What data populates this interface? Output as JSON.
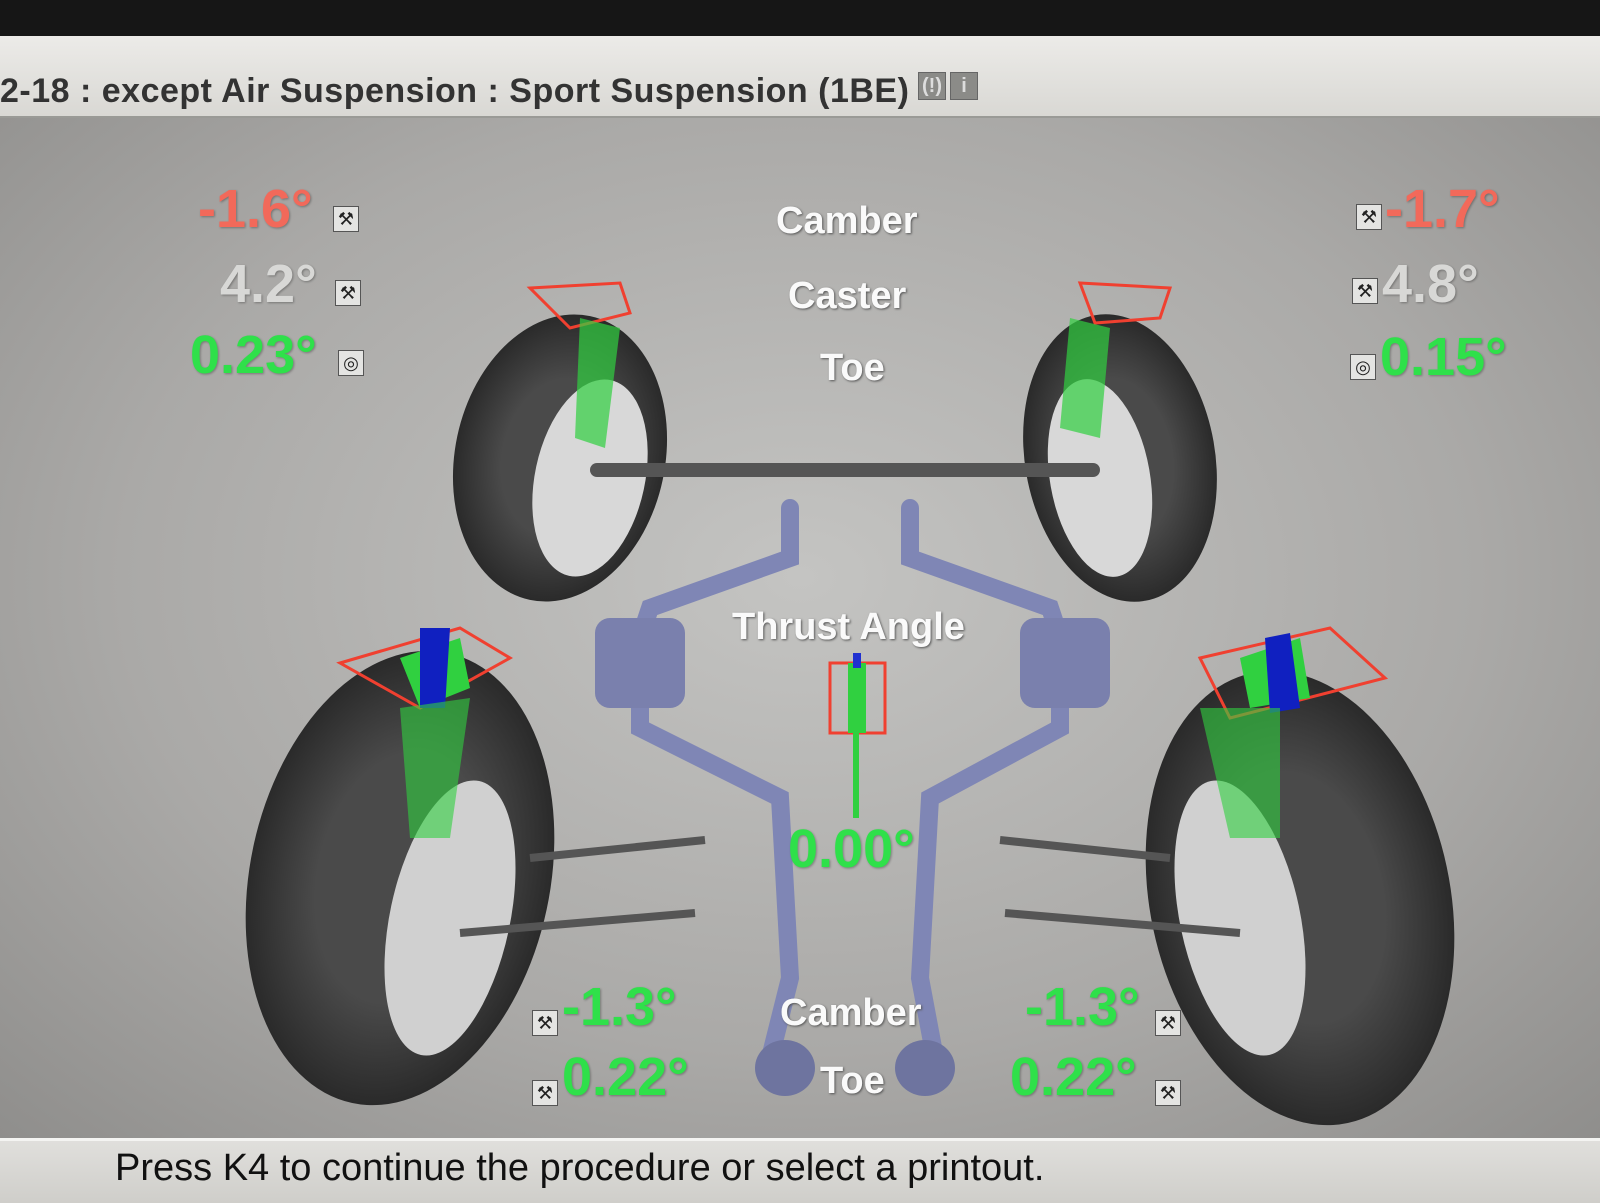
{
  "header": {
    "title": "2-18 : except Air Suspension : Sport Suspension (1BE)",
    "icons": [
      "tpms-icon",
      "info-icon"
    ],
    "info_glyph": "i",
    "tpms_glyph": "(!)"
  },
  "front": {
    "labels": {
      "camber": "Camber",
      "caster": "Caster",
      "toe": "Toe"
    },
    "left": {
      "camber": "-1.6°",
      "caster": "4.2°",
      "toe": "0.23°"
    },
    "right": {
      "camber": "-1.7°",
      "caster": "4.8°",
      "toe": "0.15°"
    }
  },
  "thrust": {
    "label": "Thrust Angle",
    "value": "0.00°"
  },
  "rear": {
    "labels": {
      "camber": "Camber",
      "toe": "Toe"
    },
    "left": {
      "camber": "-1.3°",
      "toe": "0.22°"
    },
    "right": {
      "camber": "-1.3°",
      "toe": "0.22°"
    }
  },
  "status": {
    "message": "Press K4 to continue the procedure or select a printout."
  },
  "colors": {
    "out_of_spec": "#f2695a",
    "in_spec": "#2fe04a",
    "neutral": "#d8d8d6"
  },
  "icon_glyphs": {
    "wrench": "⚒",
    "steering": "◎"
  }
}
